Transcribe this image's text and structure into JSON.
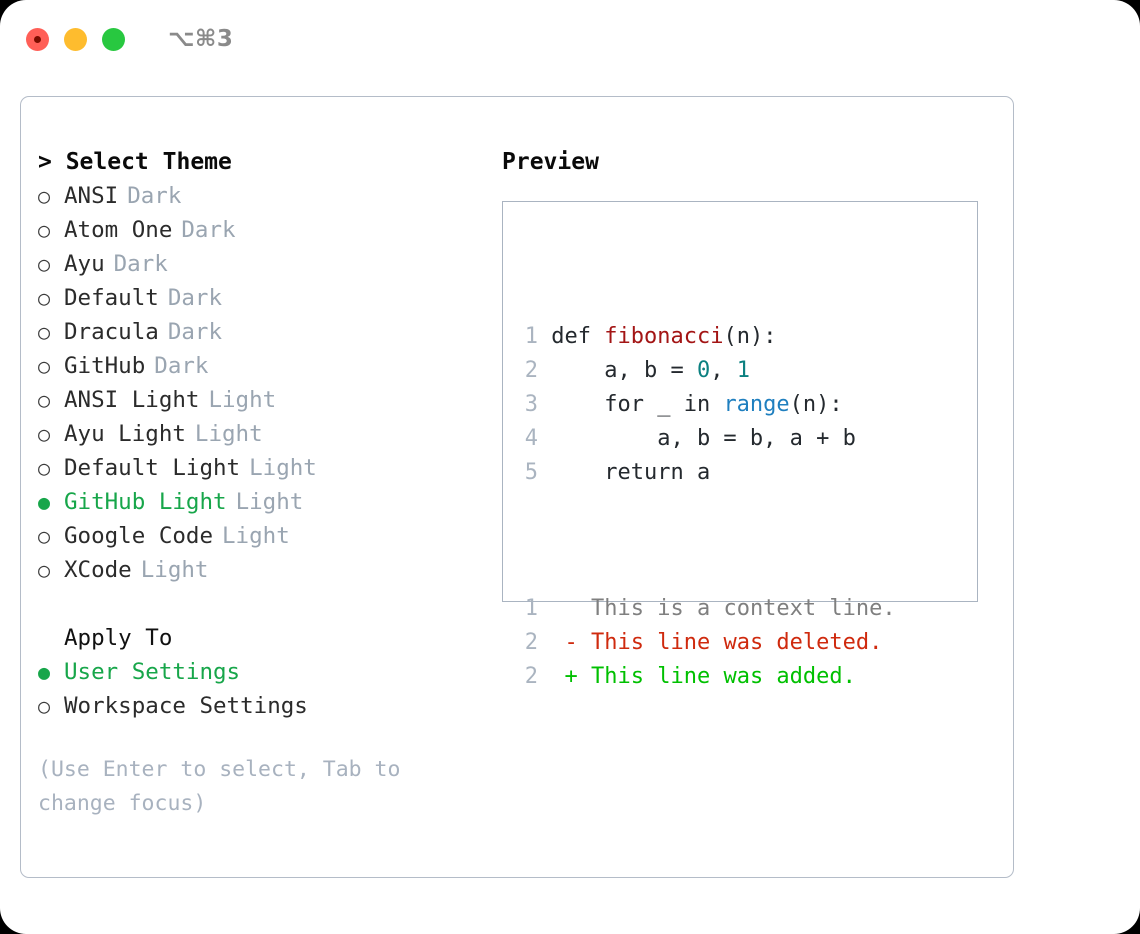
{
  "titlebar": {
    "shortcut": "⌥⌘3",
    "lights": [
      "close",
      "minimize",
      "zoom"
    ]
  },
  "left": {
    "heading": "> Select Theme",
    "themes": [
      {
        "bullet": "○",
        "name": "ANSI",
        "tag": "Dark",
        "selected": false
      },
      {
        "bullet": "○",
        "name": "Atom One",
        "tag": "Dark",
        "selected": false
      },
      {
        "bullet": "○",
        "name": "Ayu",
        "tag": "Dark",
        "selected": false
      },
      {
        "bullet": "○",
        "name": "Default",
        "tag": "Dark",
        "selected": false
      },
      {
        "bullet": "○",
        "name": "Dracula",
        "tag": "Dark",
        "selected": false
      },
      {
        "bullet": "○",
        "name": "GitHub",
        "tag": "Dark",
        "selected": false
      },
      {
        "bullet": "○",
        "name": "ANSI Light",
        "tag": "Light",
        "selected": false
      },
      {
        "bullet": "○",
        "name": "Ayu Light",
        "tag": "Light",
        "selected": false
      },
      {
        "bullet": "○",
        "name": "Default Light",
        "tag": "Light",
        "selected": false
      },
      {
        "bullet": "●",
        "name": "GitHub Light",
        "tag": "Light",
        "selected": true
      },
      {
        "bullet": "○",
        "name": "Google Code",
        "tag": "Light",
        "selected": false
      },
      {
        "bullet": "○",
        "name": "XCode",
        "tag": "Light",
        "selected": false
      }
    ],
    "apply_to_heading": "Apply To",
    "apply_to": [
      {
        "bullet": "●",
        "name": "User Settings",
        "selected": true
      },
      {
        "bullet": "○",
        "name": "Workspace Settings",
        "selected": false
      }
    ],
    "hint": "(Use Enter to select, Tab to change focus)"
  },
  "right": {
    "heading": "Preview",
    "code_lines": [
      {
        "num": "1",
        "tokens": [
          {
            "text": "def ",
            "kind": "plain"
          },
          {
            "text": "fibonacci",
            "kind": "fn"
          },
          {
            "text": "(n):",
            "kind": "plain"
          }
        ]
      },
      {
        "num": "2",
        "tokens": [
          {
            "text": "    a, b = ",
            "kind": "plain"
          },
          {
            "text": "0",
            "kind": "num"
          },
          {
            "text": ", ",
            "kind": "plain"
          },
          {
            "text": "1",
            "kind": "num"
          }
        ]
      },
      {
        "num": "3",
        "tokens": [
          {
            "text": "    for _ in ",
            "kind": "plain"
          },
          {
            "text": "range",
            "kind": "call"
          },
          {
            "text": "(n):",
            "kind": "plain"
          }
        ]
      },
      {
        "num": "4",
        "tokens": [
          {
            "text": "        a, b = b, a + b",
            "kind": "plain"
          }
        ]
      },
      {
        "num": "5",
        "tokens": [
          {
            "text": "    return a",
            "kind": "plain"
          }
        ]
      }
    ],
    "diff_lines": [
      {
        "num": "1",
        "marker": "  ",
        "text": "This is a context line.",
        "kind": "ctx"
      },
      {
        "num": "2",
        "marker": "- ",
        "text": "This line was deleted.",
        "kind": "del"
      },
      {
        "num": "2",
        "marker": "+ ",
        "text": "This line was added.",
        "kind": "add"
      }
    ]
  },
  "colors": {
    "accent_green": "#17a64a",
    "diff_add": "#00c000",
    "diff_del": "#cf2a0e",
    "muted": "#9aa5b1",
    "fn": "#a31515",
    "num": "#0b8080",
    "call": "#1f7fbf"
  }
}
